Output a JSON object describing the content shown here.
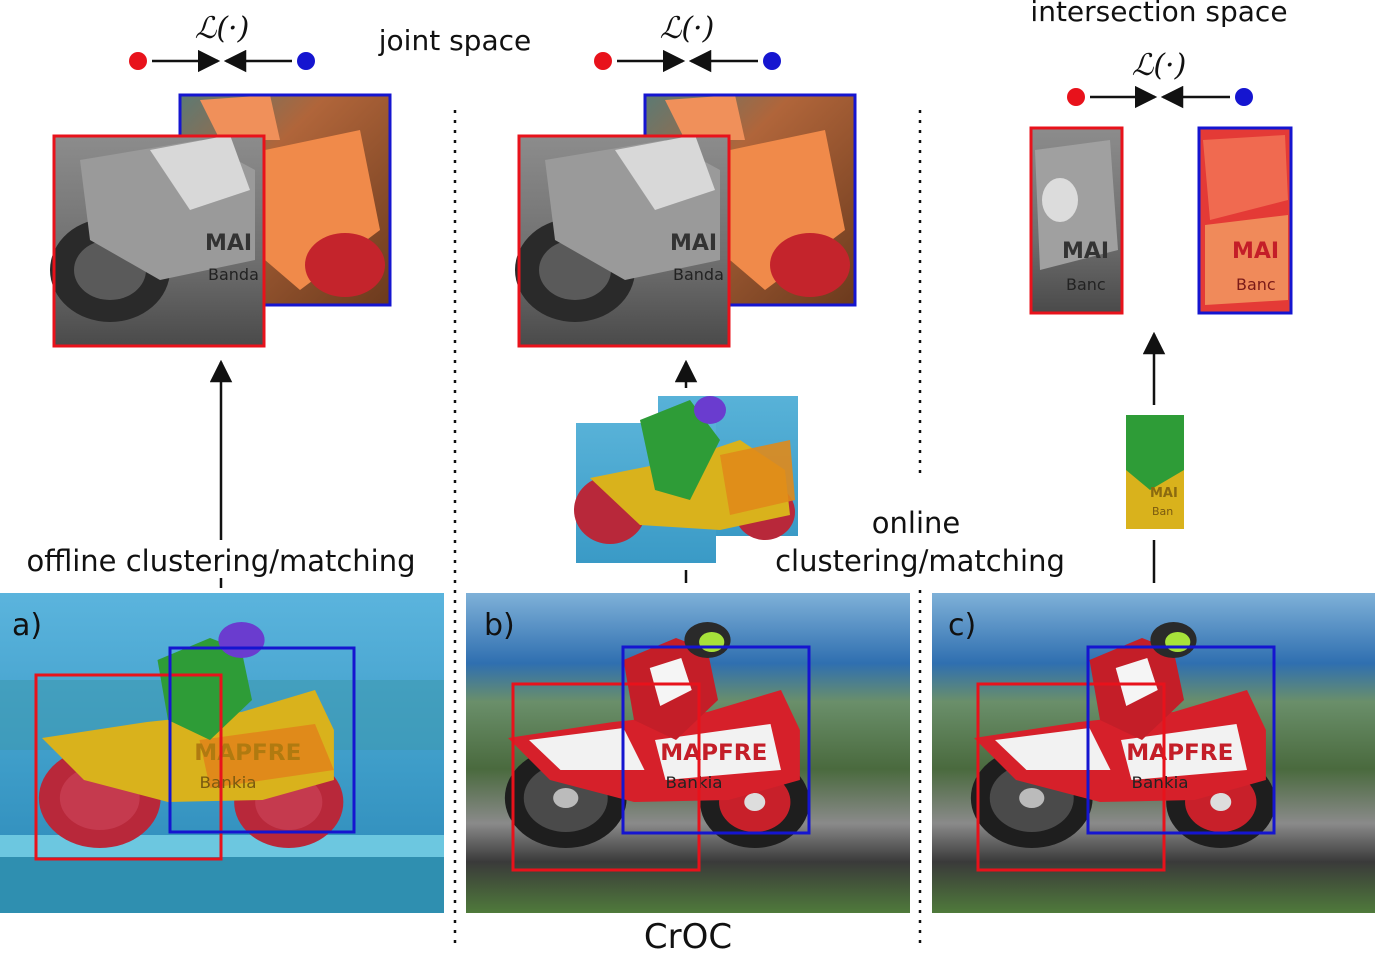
{
  "panels": {
    "a": {
      "label": "a)",
      "caption": "offline clustering/matching",
      "top_text": "joint space",
      "loss": "ℒ(·)"
    },
    "b": {
      "label": "b)",
      "caption_line1": "online",
      "caption_line2": "clustering/matching",
      "loss": "ℒ(·)"
    },
    "c": {
      "label": "c)",
      "top_text": "intersection space",
      "loss": "ℒ(·)"
    }
  },
  "method_name": "CrOC",
  "colors": {
    "view1": "#e8121b",
    "view2": "#1515d0",
    "sky": "#4aa6d2",
    "track_green": "#4e7a3a",
    "mask_yellow": "#d9b21c",
    "mask_green": "#2e9c37",
    "mask_red": "#b8283a",
    "mask_purple": "#6a3ccf",
    "bike_red": "#d6202a",
    "bike_white": "#f2f2f2"
  },
  "icons": [
    "dot-red-icon",
    "dot-blue-icon",
    "arrow-right-icon",
    "arrow-left-icon",
    "arrow-up-icon"
  ]
}
